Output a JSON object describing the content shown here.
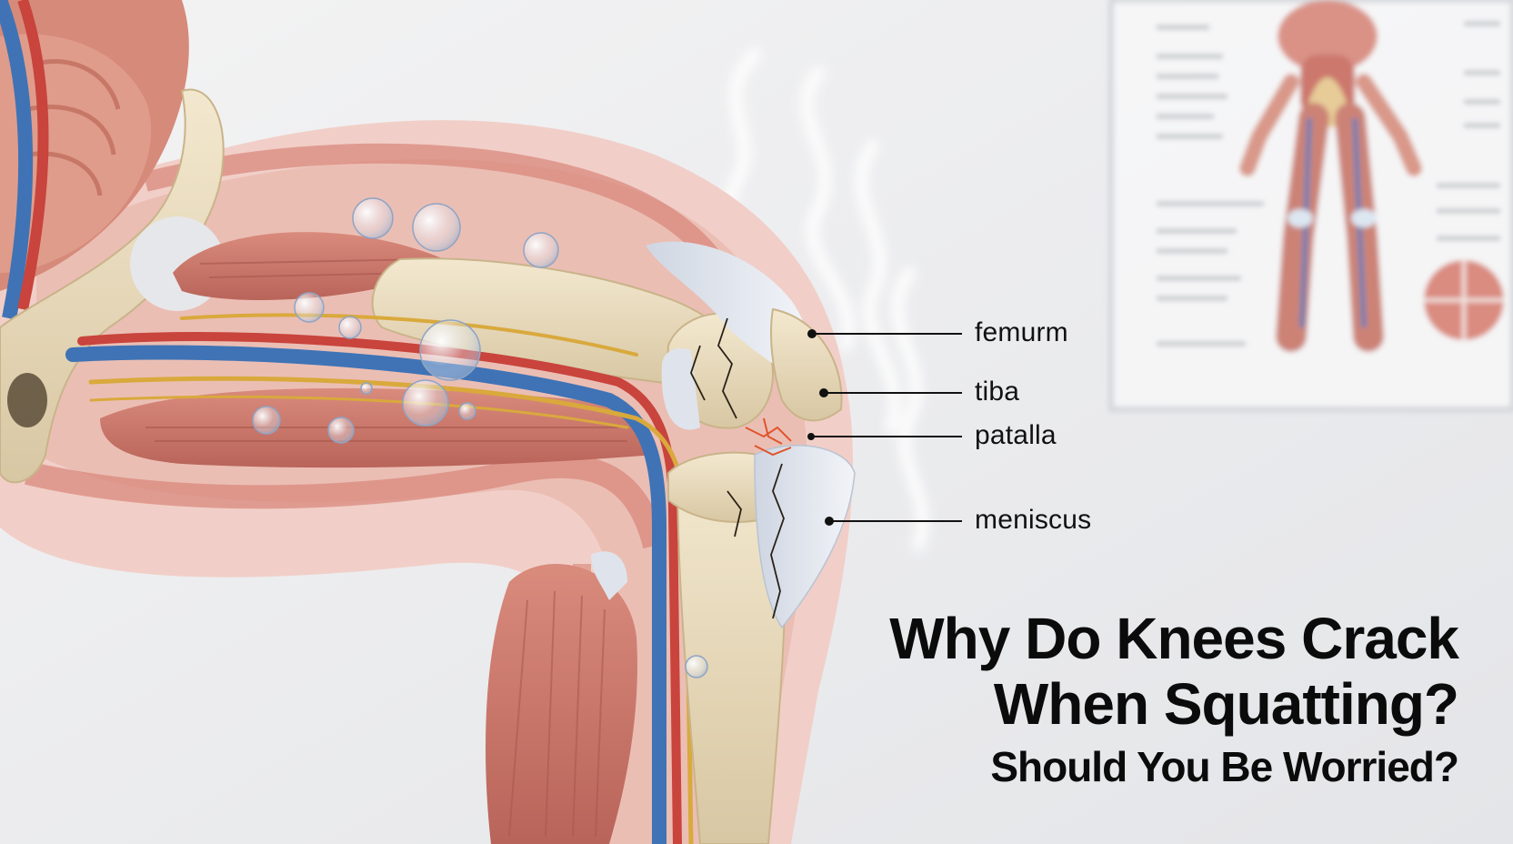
{
  "labels": {
    "femur": "femurm",
    "tibia": "tiba",
    "patella": "patalla",
    "meniscus": "meniscus"
  },
  "headline": {
    "line1": "Why Do Knees Crack",
    "line2": "When Squatting?",
    "line3": "Should You Be Worried?"
  },
  "colors": {
    "background": "#e9eaec",
    "skin": "#f1cfc8",
    "muscle": "#c9766a",
    "bone": "#eadcbf",
    "cartilage": "#dfe4ec",
    "vein": "#3f73b5",
    "artery": "#c8443c",
    "nerve": "#d9a93c",
    "crack": "#e0542c",
    "text": "#0b0b0b"
  }
}
